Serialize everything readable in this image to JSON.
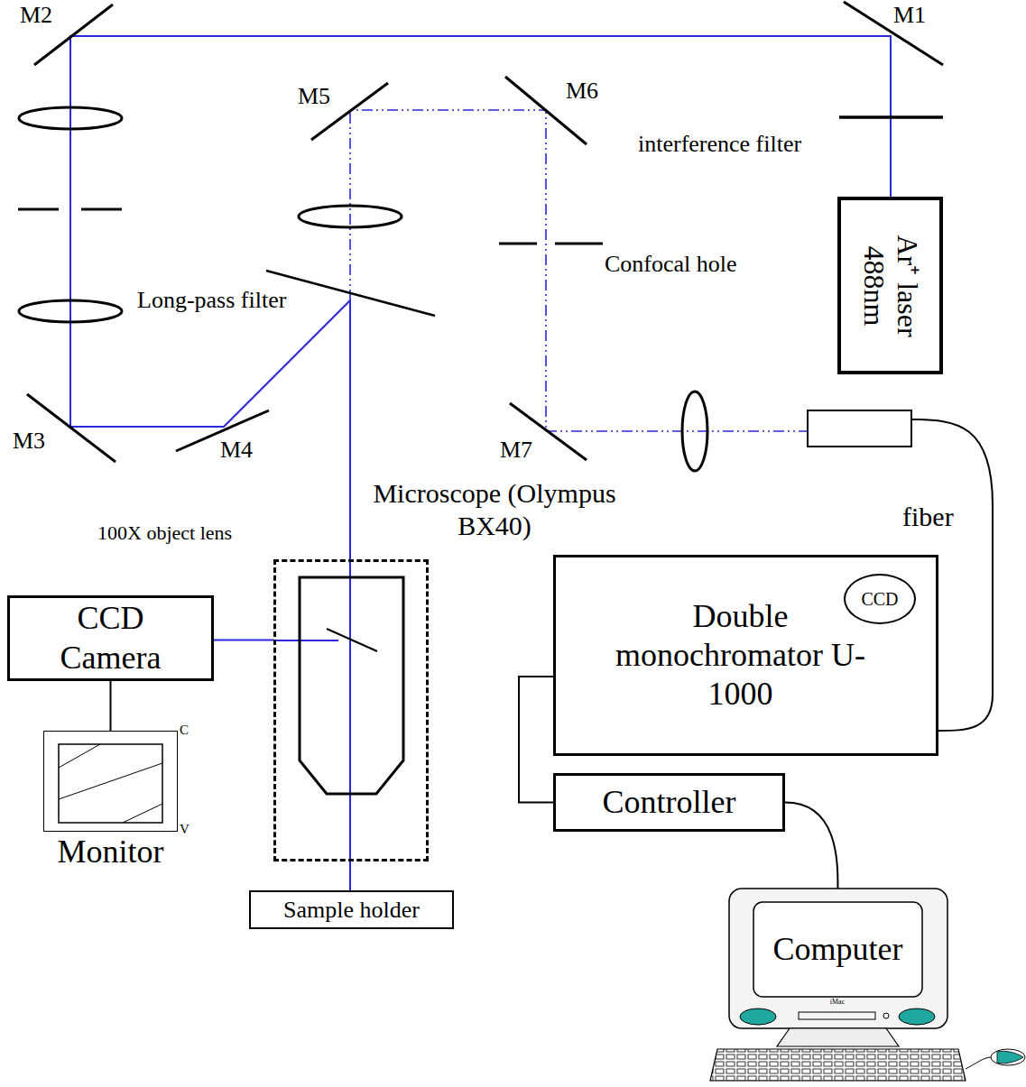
{
  "diagram": {
    "nodes": [
      {
        "text": [
          "Ar⁺ laser 488nm"
        ]
      },
      {
        "text": [
          "Microscope (Olympus BX40)"
        ]
      },
      {
        "text": [
          "CCD Camera"
        ]
      },
      {
        "text": [
          "Monitor"
        ]
      },
      {
        "text": [
          "Sample holder"
        ]
      },
      {
        "text": [
          "Double monochromator U-1000"
        ]
      },
      {
        "text": [
          "CCD"
        ],
        "in": 5
      },
      {
        "text": [
          "Controller"
        ]
      },
      {
        "text": [
          "Computer"
        ]
      }
    ],
    "edges": [
      {
        "from": 2,
        "to": 1,
        "arrow": "none"
      },
      {
        "from": 2,
        "to": 3,
        "arrow": "none"
      },
      {
        "from": 1,
        "to": 4,
        "arrow": "none"
      },
      {
        "from": 5,
        "to": 7,
        "arrow": "none"
      },
      {
        "from": 7,
        "to": 8,
        "arrow": "none"
      }
    ],
    "labels": [
      "M2",
      "M1",
      "M5",
      "M6",
      "interference filter",
      "Confocal hole",
      "Long-pass filter",
      "M3",
      "M4",
      "M7",
      "100X object lens",
      "fiber",
      "C",
      "V",
      "iMac"
    ]
  }
}
